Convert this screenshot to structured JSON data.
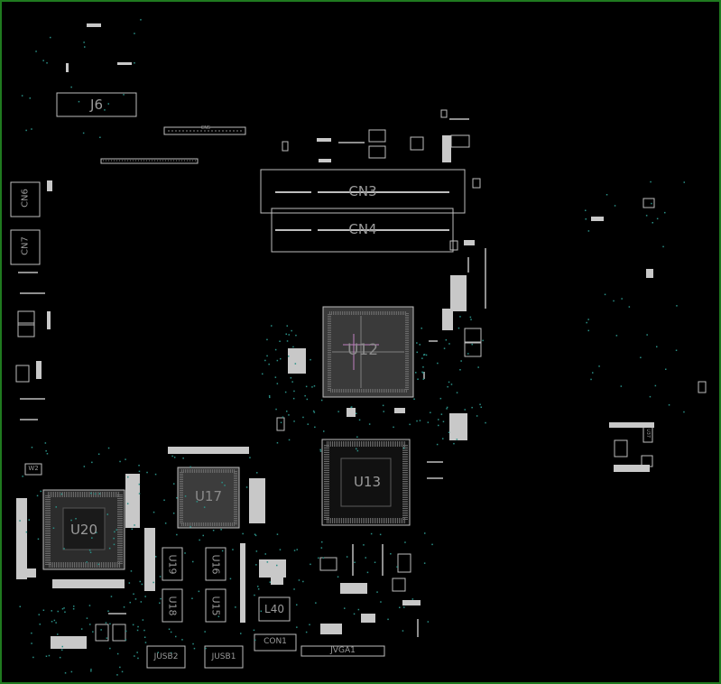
{
  "board": {
    "frame_color": "#1f7a1f",
    "trace_color": "#c8c8c8",
    "via_color": "#2a8f86",
    "text_color": "#9a9a9a",
    "background": "#000000"
  },
  "labels": {
    "j6": "J6",
    "cn5": "CN5",
    "cn3": "CN3",
    "cn4": "CN4",
    "cn6": "CN6",
    "cn7": "CN7",
    "u12": "U12",
    "u17": "U17",
    "u20": "U20",
    "u13": "U13",
    "w2": "W2",
    "u19": "U19",
    "u16": "U16",
    "u18": "U18",
    "u15": "U15",
    "l40": "L40",
    "con1": "CON1",
    "jvga1": "JVGA1",
    "jusb2": "JUSB2",
    "jusb1": "JUSB1",
    "u37": "U37"
  }
}
